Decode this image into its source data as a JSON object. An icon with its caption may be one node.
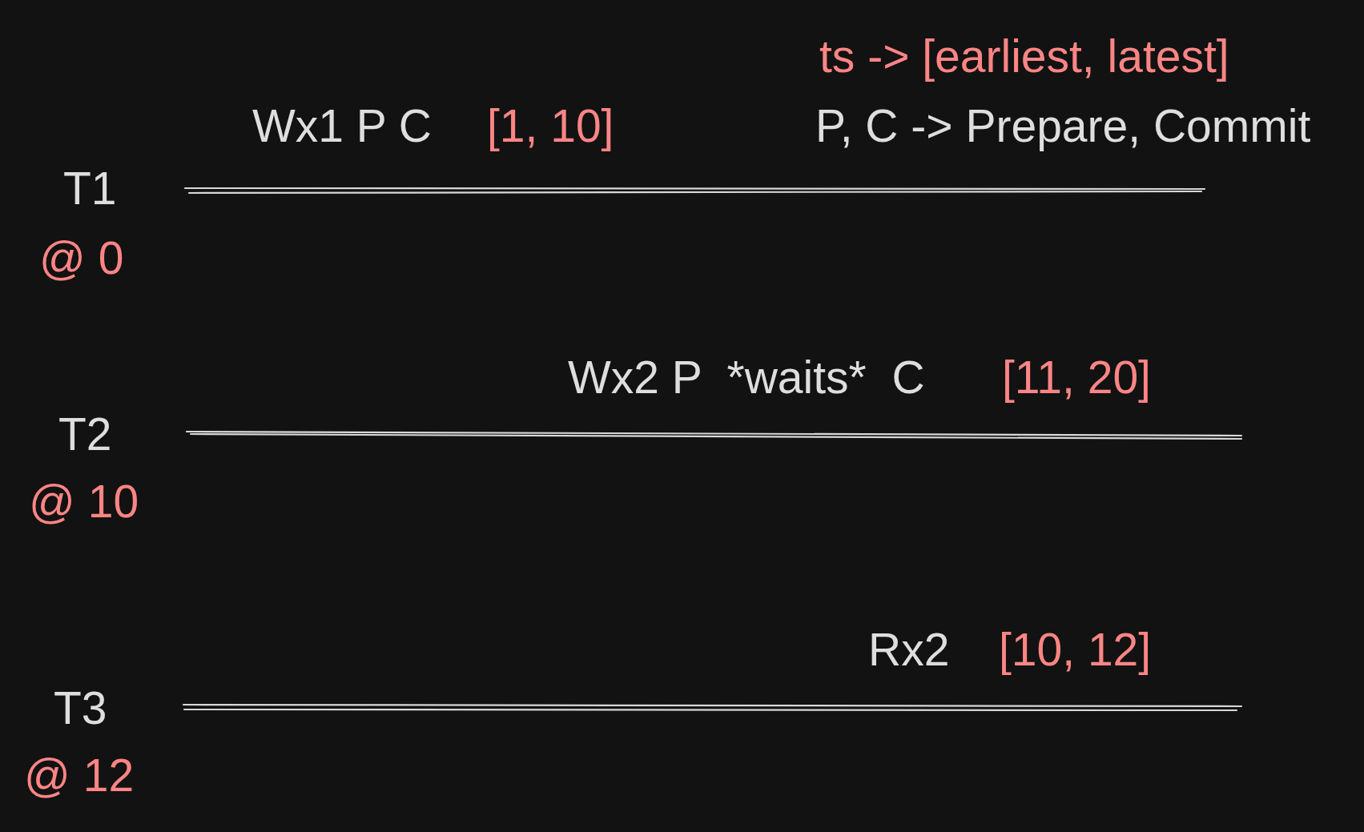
{
  "diagram": {
    "labels": [
      "ts -> [earliest, latest]",
      "Wx1 P C",
      "[1, 10]",
      "P, C -> Prepare, Commit",
      "T1",
      "@ 0",
      "Wx2 P  *waits*  C",
      "[11, 20]",
      "T2",
      "@ 10",
      "Rx2",
      "[10, 12]",
      "T3",
      "@ 12"
    ]
  }
}
